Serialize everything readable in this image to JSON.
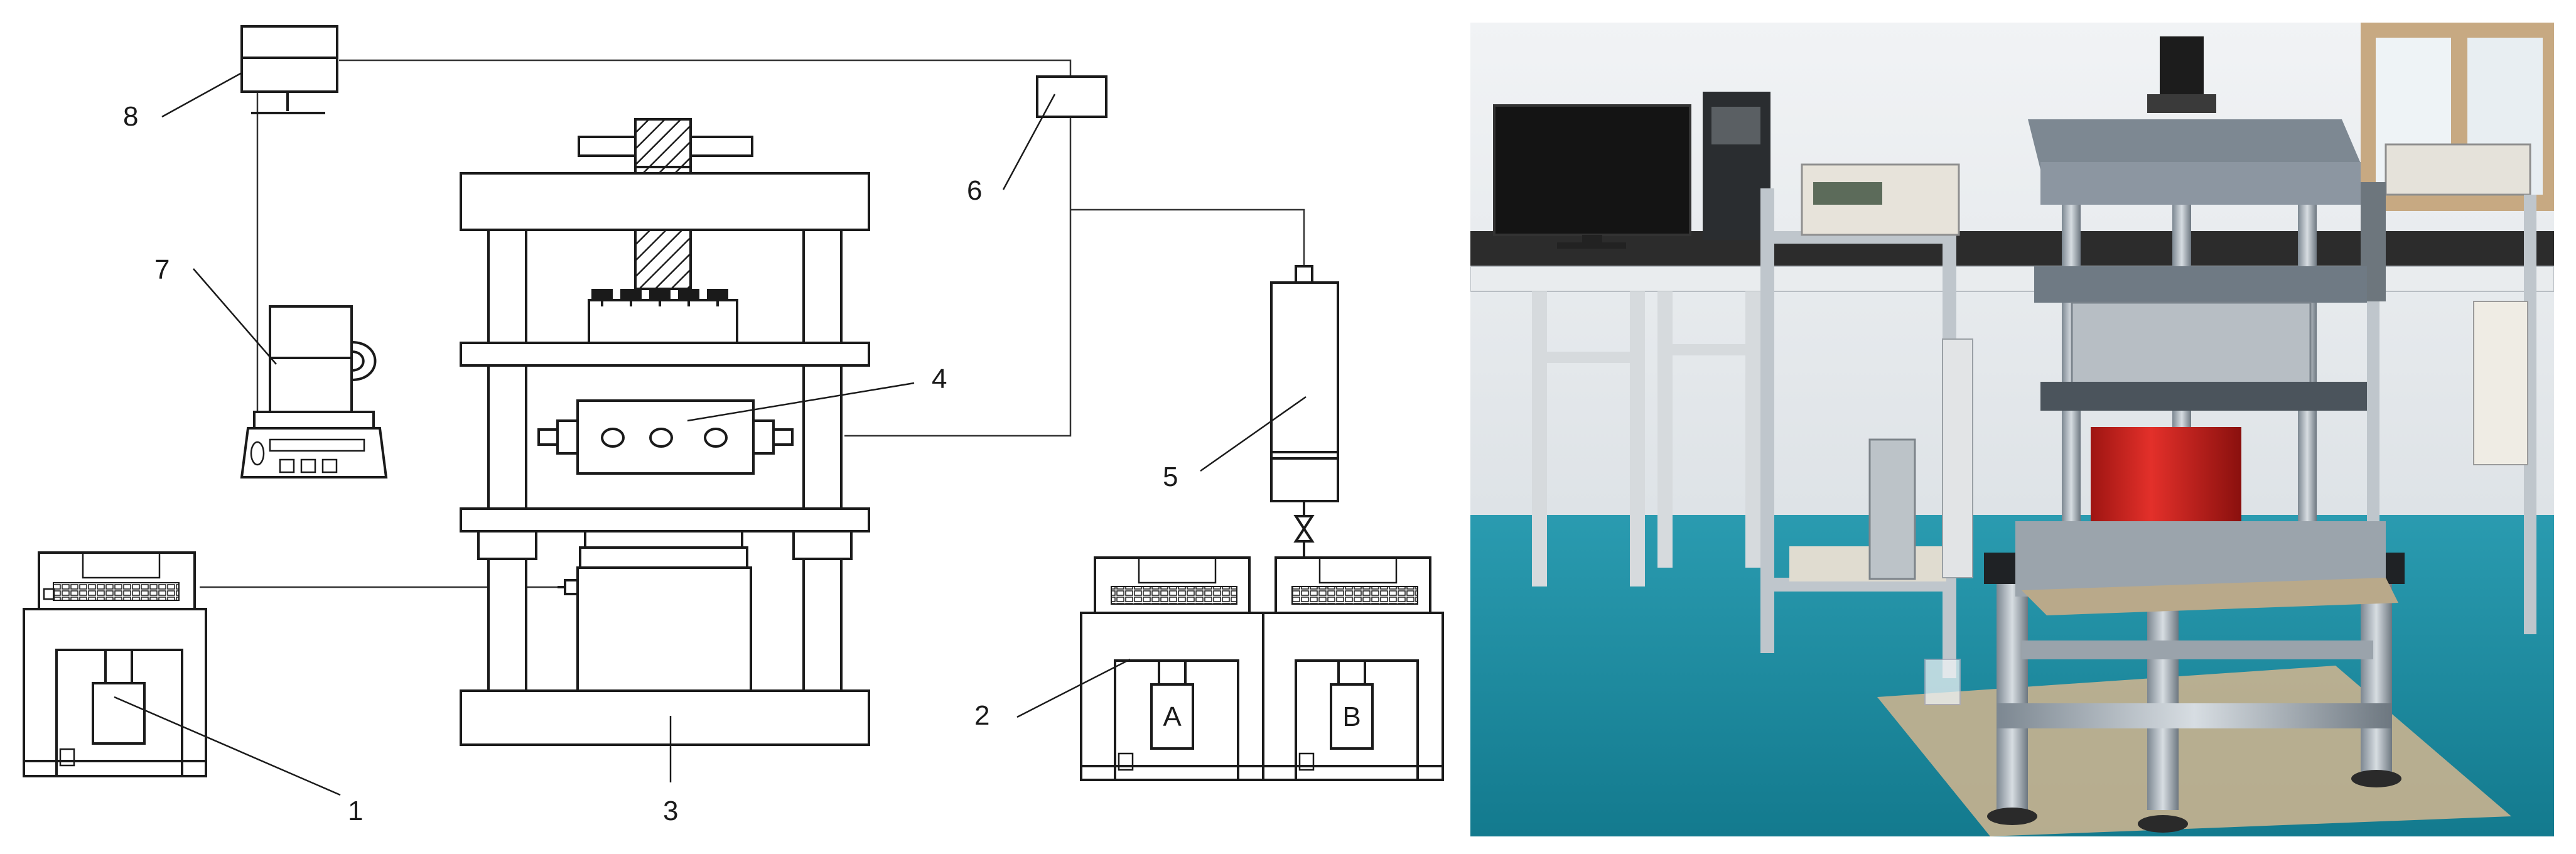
{
  "callouts": {
    "c1": "1",
    "c2": "2",
    "c3": "3",
    "c4": "4",
    "c5": "5",
    "c6": "6",
    "c7": "7",
    "c8": "8"
  },
  "pump_labels": {
    "a": "A",
    "b": "B"
  },
  "photo": {
    "wall_color": "#e9edf0",
    "floor_color": "#1f8fa4",
    "press_plate_color": "#8c96a1",
    "cylinder_color": "#d8231f",
    "frame_color": "#b9c2ca"
  }
}
